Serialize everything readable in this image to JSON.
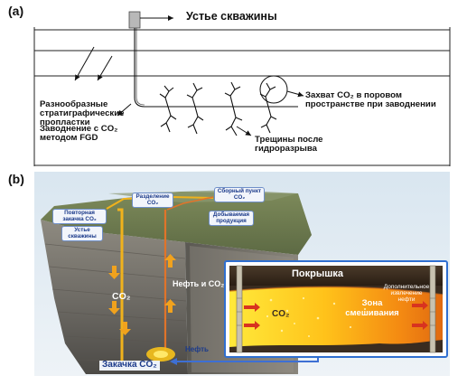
{
  "panel_a": {
    "tag": "(a)",
    "wellhead": "Устье скважины",
    "strata": "Разнообразные стратиграфические пропластки",
    "flooding": "Заводнение с CO₂ методом FGD",
    "capture": "Захват CO₂ в поровом пространстве при заводнении",
    "fractures": "Трещины после гидроразрыва"
  },
  "panel_b": {
    "tag": "(b)",
    "separation": "Разделение CO₂",
    "collection": "Сборный пункт CO₂",
    "reinjection": "Повторная закачка CO₂",
    "wellhead": "Устье скважины",
    "production": "Добываемая продукция",
    "co2_well": "CO₂",
    "oil_co2": "Нефть и CO₂",
    "oil": "Нефть",
    "injection": "Закачка CO₂"
  },
  "inset": {
    "cap": "Покрышка",
    "co2": "CO₂",
    "mixing_zone": "Зона смешивания",
    "additional_recovery": "Дополнительное извлечение нефти"
  },
  "colors": {
    "arrow_orange": "#f1a21d",
    "inset_border": "#2f6fd0",
    "label_blue": "#1b3a8a"
  }
}
